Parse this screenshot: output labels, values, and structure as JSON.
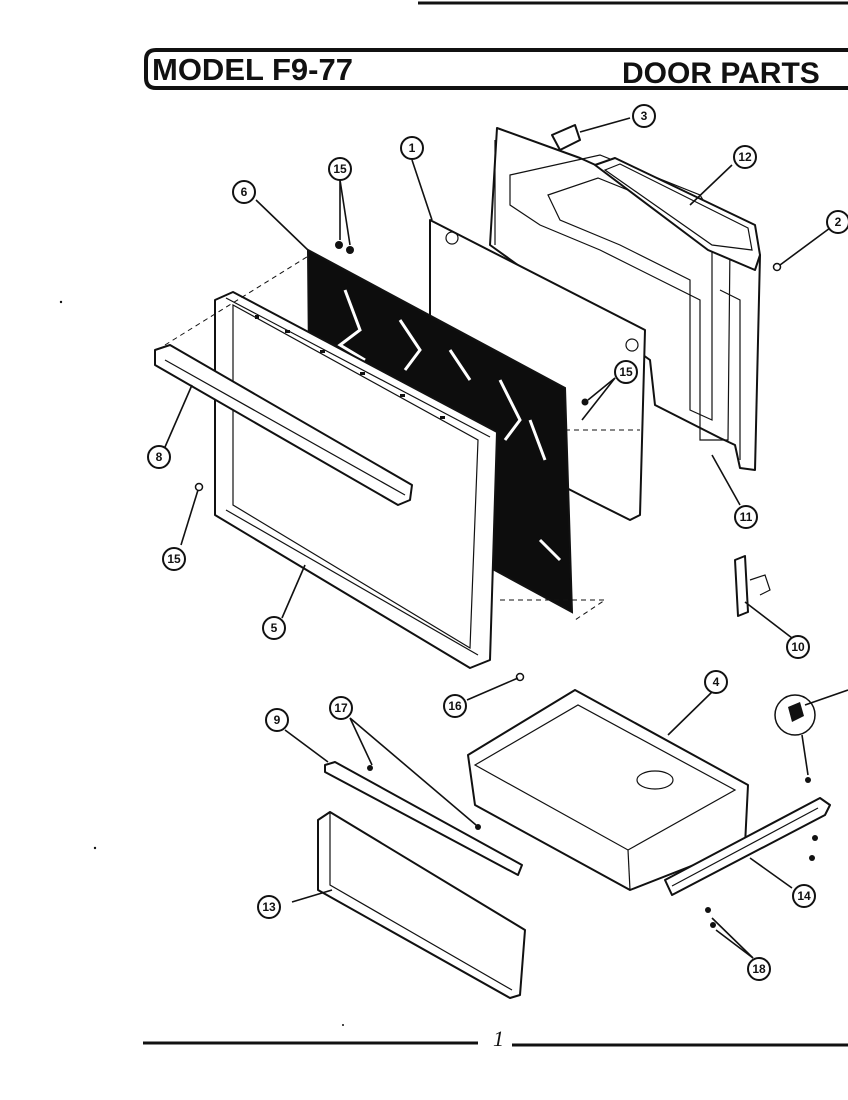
{
  "header": {
    "model_label": "MODEL F9-77",
    "section_label": "DOOR PARTS"
  },
  "footer": {
    "page_mark": "1"
  },
  "callouts": [
    {
      "id": "c1",
      "label": "1"
    },
    {
      "id": "c2",
      "label": "2"
    },
    {
      "id": "c3",
      "label": "3"
    },
    {
      "id": "c4",
      "label": "4"
    },
    {
      "id": "c5",
      "label": "5"
    },
    {
      "id": "c6",
      "label": "6"
    },
    {
      "id": "c8",
      "label": "8"
    },
    {
      "id": "c9",
      "label": "9"
    },
    {
      "id": "c10",
      "label": "10"
    },
    {
      "id": "c11",
      "label": "11"
    },
    {
      "id": "c12",
      "label": "12"
    },
    {
      "id": "c13",
      "label": "13"
    },
    {
      "id": "c14",
      "label": "14"
    },
    {
      "id": "c15a",
      "label": "15"
    },
    {
      "id": "c15b",
      "label": "15"
    },
    {
      "id": "c15c",
      "label": "15"
    },
    {
      "id": "c16",
      "label": "16"
    },
    {
      "id": "c17",
      "label": "17"
    },
    {
      "id": "c18",
      "label": "18"
    }
  ]
}
